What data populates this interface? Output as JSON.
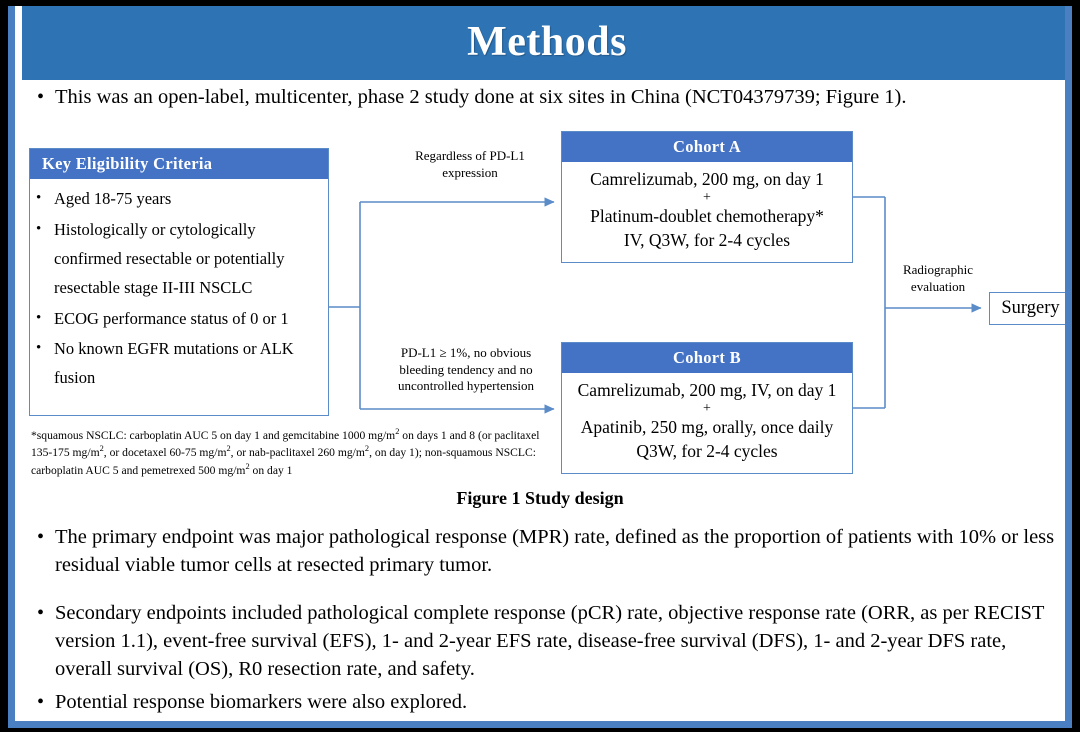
{
  "slide": {
    "title": "Methods",
    "accent_blue": "#2e74b5",
    "box_blue": "#4472c4",
    "border_blue": "#5b8cc8",
    "frame_blue": "#4a7fc1"
  },
  "intro": {
    "bullet": "•",
    "text": "This was an open-label, multicenter, phase 2 study done at six sites in China (NCT04379739; Figure 1)."
  },
  "figure": {
    "caption": "Figure 1 Study design",
    "eligibility": {
      "header": "Key  Eligibility Criteria",
      "bullet": "•",
      "items": [
        "Aged 18-75 years",
        "Histologically or cytologically confirmed resectable or potentially resectable stage II-III  NSCLC",
        "ECOG performance status of 0 or 1",
        "No known EGFR mutations or ALK fusion"
      ]
    },
    "footnote": "*squamous NSCLC: carboplatin AUC 5 on day 1 and gemcitabine 1000 mg/m2 on days 1 and 8 (or paclitaxel 135-175  mg/m2, or docetaxel 60-75 mg/m2, or nab-paclitaxel 260 mg/m2, on day 1); non-squamous NSCLC: carboplatin AUC 5 and pemetrexed 500 mg/m2 on day 1",
    "cohort_a": {
      "header": "Cohort A",
      "line1": "Camrelizumab, 200 mg, on day 1",
      "plus": "+",
      "line2": "Platinum-doublet chemotherapy*",
      "line3": "IV, Q3W, for 2-4 cycles"
    },
    "cohort_b": {
      "header": "Cohort B",
      "line1": "Camrelizumab, 200 mg, IV, on day 1",
      "plus": "+",
      "line2": "Apatinib, 250 mg, orally, once daily",
      "line3": "Q3W, for 2-4 cycles"
    },
    "connector_labels": {
      "top_line1": "Regardless  of PD-L1",
      "top_line2": "expression",
      "bottom_line1": "PD-L1 ≥ 1%, no obvious",
      "bottom_line2": "bleeding tendency  and no",
      "bottom_line3": "uncontrolled  hypertension",
      "right_line1": "Radiographic",
      "right_line2": "evaluation"
    },
    "surgery": {
      "label": "Surgery"
    }
  },
  "bullets": [
    {
      "bullet": "•",
      "text": "The primary endpoint was major pathological response (MPR) rate, defined as the proportion of patients with 10% or less residual viable tumor cells at resected primary tumor."
    },
    {
      "bullet": "•",
      "text": "Secondary endpoints included pathological complete response (pCR) rate, objective response rate (ORR, as per RECIST version 1.1), event-free survival (EFS), 1- and 2-year EFS rate, disease-free survival (DFS), 1- and 2-year DFS rate, overall survival (OS), R0 resection rate, and safety."
    },
    {
      "bullet": "•",
      "text": "Potential response biomarkers were also explored."
    }
  ]
}
